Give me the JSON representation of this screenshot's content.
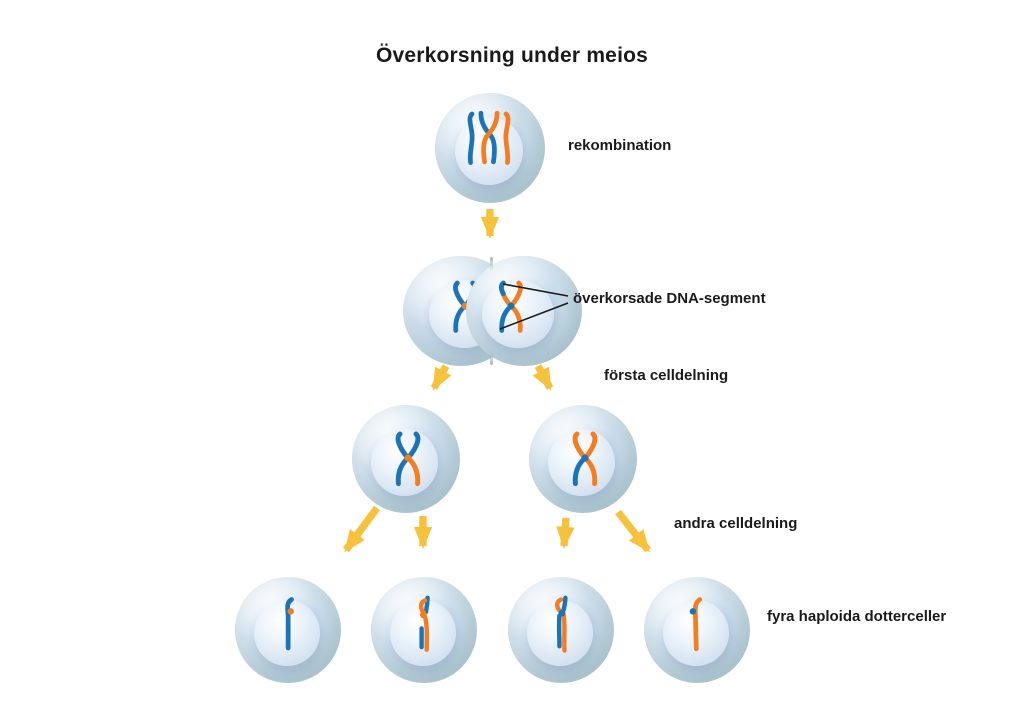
{
  "title": "Överkorsning under meios",
  "labels": {
    "recombination": "rekombination",
    "crossed_segments": "överkorsade DNA-segment",
    "first_division": "första celldelning",
    "second_division": "andra celldelning",
    "daughter_cells": "fyra haploida dotterceller"
  },
  "colors": {
    "chromosome_blue": "#1b74b8",
    "chromosome_orange": "#f57d1f",
    "arrow": "#f6c23c",
    "pointer_line": "#1a1a1a",
    "text": "#1a1a1a",
    "background": "#ffffff"
  },
  "stages": [
    {
      "id": "recombination",
      "cell_count": 1,
      "description": "cell with one blue and one orange chromosome crossing over (chiasma)"
    },
    {
      "id": "crossed-dna-segments",
      "cell_count": 1,
      "description": "dividing cell; pointer lines mark the exchanged blue DNA segments on the orange chromosome"
    },
    {
      "id": "first-division",
      "cell_count": 2,
      "description": "left cell: blue chromosome with orange crossed segment; right cell: orange chromosome with blue crossed segment"
    },
    {
      "id": "second-division",
      "cell_count": 4,
      "description": "four haploid daughter cells: blue chromatid, blue+orange recombinant, orange+blue recombinant, orange chromatid"
    }
  ]
}
